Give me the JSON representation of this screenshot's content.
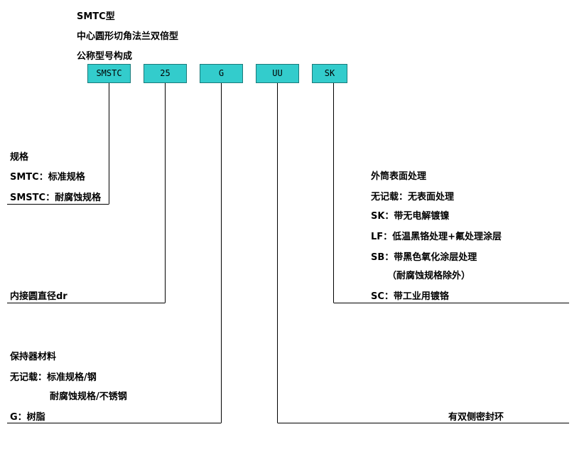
{
  "header": {
    "line1": "SMTC型",
    "line2": "中心圆形切角法兰双倍型",
    "line3": "公称型号构成"
  },
  "codes": [
    "SMSTC",
    "25",
    "G",
    "UU",
    "SK"
  ],
  "spec": {
    "title": "规格",
    "item1": "SMTC：标准规格",
    "item2": "SMSTC：耐腐蚀规格"
  },
  "diameter": {
    "label": "内接圆直径dr"
  },
  "retainer": {
    "title": "保持器材料",
    "item1": "无记载：标准规格/钢",
    "item2": "耐腐蚀规格/不锈钢",
    "item3": "G：树脂"
  },
  "surface": {
    "title": "外筒表面处理",
    "item1": "无记载：无表面处理",
    "item2": "SK：带无电解镀镍",
    "item3": "LF：低温黑铬处理+氟处理涂层",
    "item4": "SB：带黑色氧化涂层处理",
    "item5": "（耐腐蚀规格除外）",
    "item6": "SC：带工业用镀铬"
  },
  "seal": {
    "label": "有双侧密封环"
  },
  "colors": {
    "box_fill": "#33cccc",
    "box_border": "#1a7a7a",
    "line": "#000000"
  }
}
